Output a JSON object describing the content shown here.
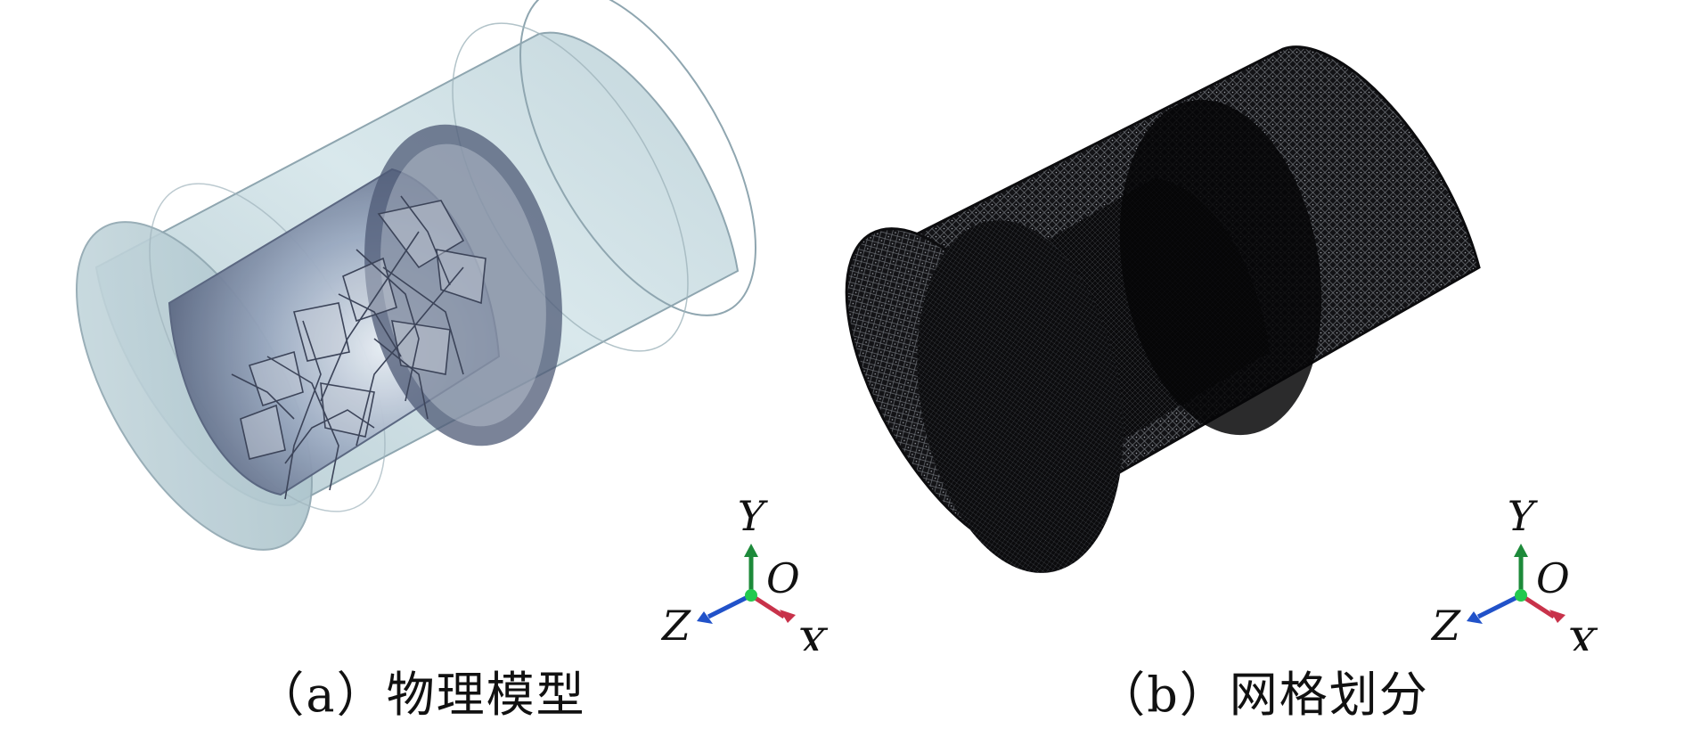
{
  "panels": [
    {
      "caption": "（a）物理模型",
      "axes": {
        "y": "Y",
        "origin": "O",
        "z": "Z",
        "x": "X"
      }
    },
    {
      "caption": "（b）网格划分",
      "axes": {
        "y": "Y",
        "origin": "O",
        "z": "Z",
        "x": "X"
      }
    }
  ],
  "colors": {
    "shell": "#c9dde3",
    "shell_edge": "#8fa6b0",
    "inner_face": "#6f7f99",
    "mesh_dark": "#0c0c0e",
    "mesh_light": "#6f7379",
    "axis_y": "#1d8a3a",
    "axis_z": "#2152c9",
    "axis_x": "#c8324a",
    "origin": "#24c94f"
  }
}
